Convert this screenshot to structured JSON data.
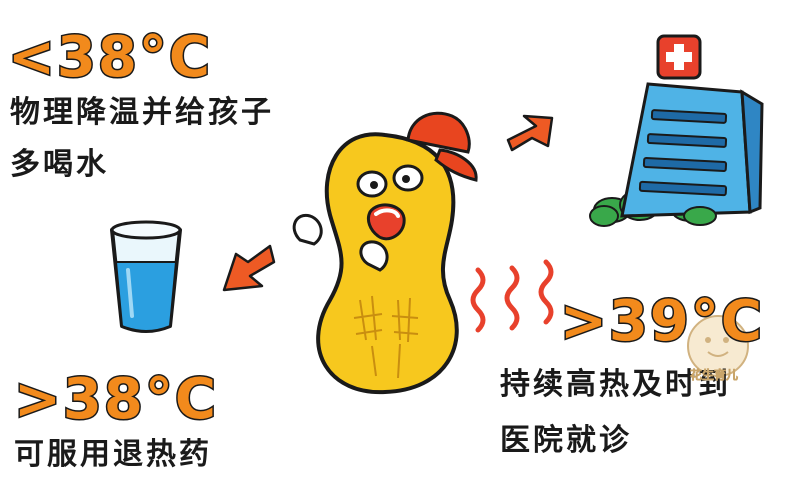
{
  "colors": {
    "accent": "#f28a1c",
    "arrow": "#ee5a24",
    "peanut": "#f7c81e",
    "cap": "#e8451f",
    "building": "#4fb3e6",
    "water": "#2b9fe0",
    "grass": "#39a84a",
    "cross": "#e8412c"
  },
  "icons": [
    "hospital-icon",
    "water-glass-icon",
    "peanut-mascot",
    "arrow-icon",
    "heat-wave-icon"
  ],
  "top_left": {
    "temperature": "<38°C",
    "advice_line1": "物理降温并给孩子",
    "advice_line2": "多喝水"
  },
  "bottom_left": {
    "temperature": ">38°C",
    "advice": "可服用退热药"
  },
  "right": {
    "temperature": ">39°C",
    "advice_line1": "持续高热及时到",
    "advice_line2": "医院就诊"
  },
  "watermark": "花生育儿"
}
